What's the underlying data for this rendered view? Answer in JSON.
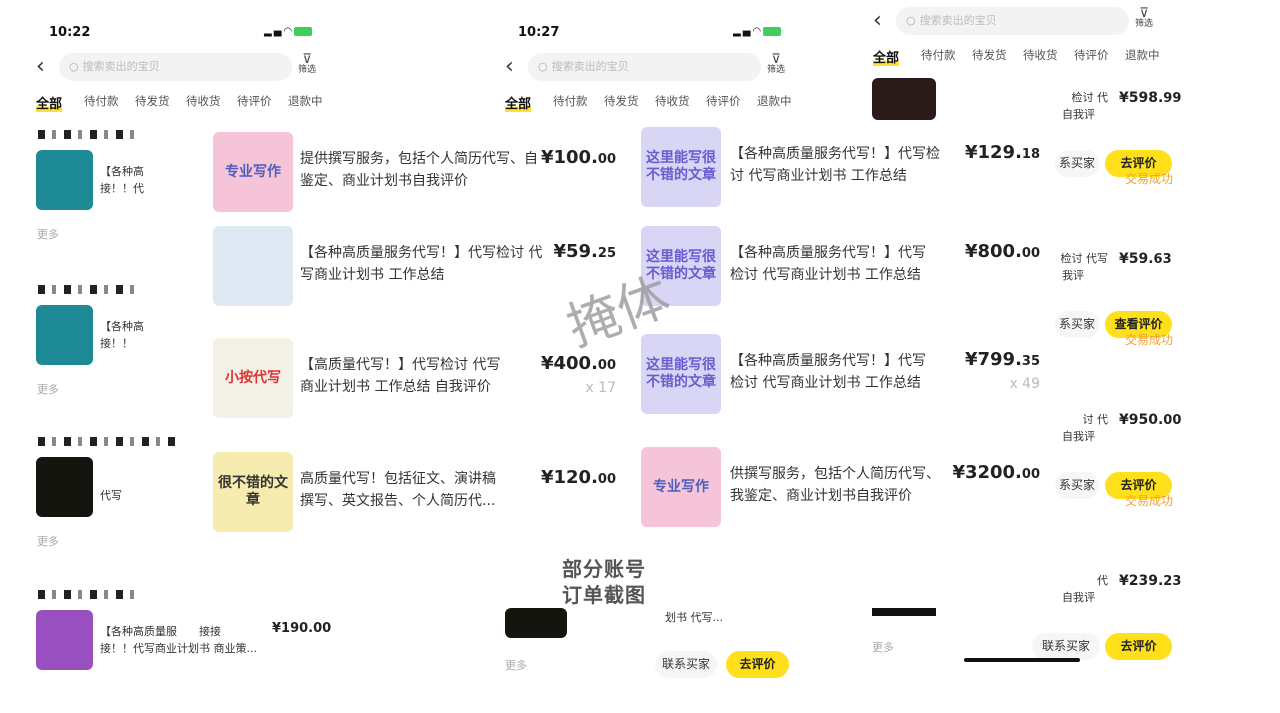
{
  "phones": [
    {
      "time": "10:22",
      "search_placeholder": "搜索卖出的宝贝",
      "filter_label": "筛选"
    },
    {
      "time": "10:27",
      "search_placeholder": "搜索卖出的宝贝",
      "filter_label": "筛选"
    },
    {
      "search_placeholder": "搜索卖出的宝贝",
      "filter_label": "筛选"
    }
  ],
  "tabs": [
    "全部",
    "待付款",
    "待发货",
    "待收货",
    "待评价",
    "退款中"
  ],
  "left_list": [
    {
      "line1": "【各种高",
      "line2": "接！！代",
      "more": "更多",
      "thumb_color": "#1e8a96"
    },
    {
      "line1": "【各种高",
      "line2": "接！！",
      "more": "更多",
      "thumb_color": "#1e8a96"
    },
    {
      "line1": "",
      "line2": "代写",
      "more": "更多",
      "thumb_color": "#15150f"
    },
    {
      "line1": "【各种高质量服　　接接",
      "line2": "接！！代写商业计划书 商业策...",
      "price": "¥190.",
      "price_dec": "00",
      "thumb_color": "#9a4fc0"
    }
  ],
  "cards_a": [
    {
      "line1": "提供撰写服务，包括个人简历代写、自",
      "line2": "鉴定、商业计划书自我评价",
      "price": "¥100.",
      "price_dec": "00",
      "img_text": "专业写作",
      "img_color": "#f6c4d8",
      "img_fg": "#4a5fbf"
    },
    {
      "line1": "【各种高质量服务代写！】代写检讨 代",
      "line2": "写商业计划书 工作总结",
      "price": "¥59.",
      "price_dec": "25",
      "img_text": "",
      "img_color": "#dfe9f3",
      "img_fg": "#555"
    },
    {
      "line1": "【高质量代写！】代写检讨 代写",
      "line2": "商业计划书 工作总结 自我评价",
      "price": "¥400.",
      "price_dec": "00",
      "qty": "x 17",
      "img_text": "小按代写",
      "img_color": "#f3f0e6",
      "img_fg": "#d33"
    },
    {
      "line1": "高质量代写！包括征文、演讲稿",
      "line2": "撰写、英文报告、个人简历代...",
      "price": "¥120.",
      "price_dec": "00",
      "img_text": "很不错的文章",
      "img_color": "#f7ecb0",
      "img_fg": "#333"
    }
  ],
  "cards_b": [
    {
      "line1": "【各种高质量服务代写！】代写检",
      "line2": "讨 代写商业计划书 工作总结",
      "price": "¥129.",
      "price_dec": "18",
      "img_text": "这里能写很不错的文章",
      "img_color": "#d9d6f5",
      "img_fg": "#6a5ccf"
    },
    {
      "line1": "【各种高质量服务代写！】代写",
      "line2": "检讨 代写商业计划书 工作总结",
      "price": "¥800.",
      "price_dec": "00",
      "img_text": "这里能写很不错的文章",
      "img_color": "#d9d6f5",
      "img_fg": "#6a5ccf"
    },
    {
      "line1": "【各种高质量服务代写！】代写",
      "line2": "检讨 代写商业计划书 工作总结",
      "price": "¥799.",
      "price_dec": "35",
      "qty": "x 49",
      "img_text": "这里能写很不错的文章",
      "img_color": "#d9d6f5",
      "img_fg": "#6a5ccf"
    },
    {
      "line1": "供撰写服务，包括个人简历代写、",
      "line2": "我鉴定、商业计划书自我评价",
      "price": "¥3200.",
      "price_dec": "00",
      "img_text": "专业写作",
      "img_color": "#f6c4d8",
      "img_fg": "#4a5fbf"
    }
  ],
  "right_list": [
    {
      "line1": "检讨 代",
      "line2": "自我评",
      "price": "¥598.",
      "price_dec": "99",
      "contact": "系买家",
      "action": "去评价"
    },
    {
      "status": "交易成功",
      "line1": "检讨 代写",
      "line2": "我评",
      "price": "¥59.",
      "price_dec": "63",
      "contact": "系买家",
      "action": "查看评价"
    },
    {
      "status": "交易成功",
      "line1": "讨 代",
      "line2": "自我评",
      "price": "¥950.",
      "price_dec": "00",
      "contact": "系买家",
      "action": "去评价"
    },
    {
      "status": "交易成功",
      "line1": "代",
      "line2": "自我评",
      "price": "¥239.",
      "price_dec": "23",
      "contact": "联系买家",
      "action": "去评价",
      "more": "更多"
    }
  ],
  "middle_bottom": {
    "text": "划书 代写...",
    "more": "更多",
    "contact": "联系买家",
    "action": "去评价"
  },
  "watermark": "掩体",
  "note": [
    "部分账号",
    "订单截图"
  ],
  "colors": {
    "accent": "#ffe01b",
    "status": "#f0a030"
  }
}
